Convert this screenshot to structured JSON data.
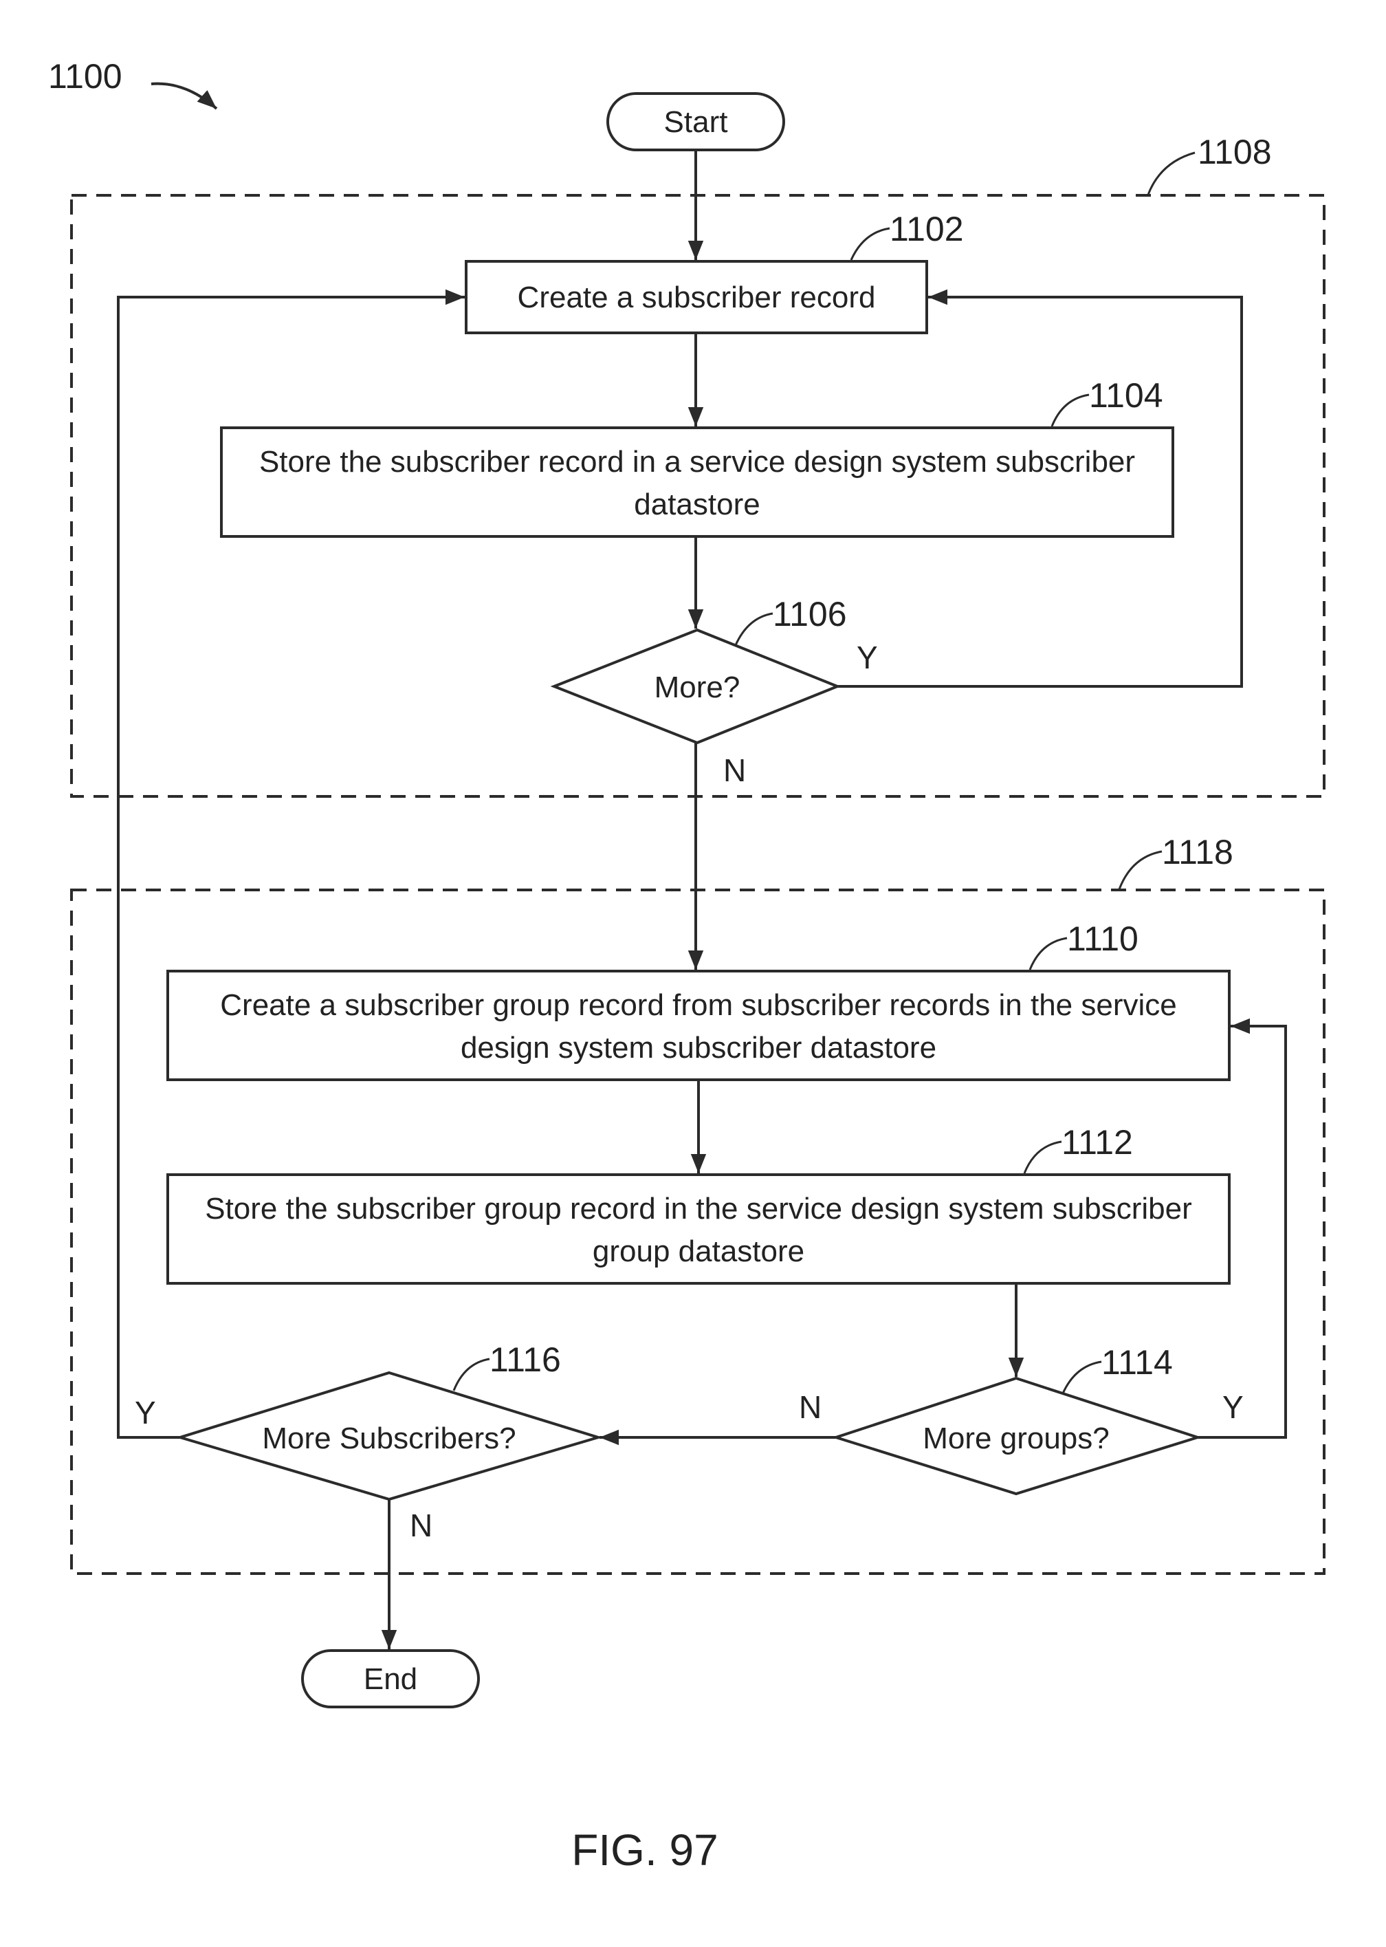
{
  "figure": {
    "ref": "1100",
    "caption": "FIG. 97"
  },
  "terminals": {
    "start": "Start",
    "end": "End"
  },
  "groups": [
    {
      "ref": "1108"
    },
    {
      "ref": "1118"
    }
  ],
  "steps": [
    {
      "ref": "1102",
      "lines": [
        "Create a subscriber record"
      ]
    },
    {
      "ref": "1104",
      "lines": [
        "Store the subscriber record in a service design system subscriber",
        "datastore"
      ]
    },
    {
      "ref": "1110",
      "lines": [
        "Create a subscriber group record from subscriber records in the service",
        "design system subscriber datastore"
      ]
    },
    {
      "ref": "1112",
      "lines": [
        "Store the subscriber group record in the service design system subscriber",
        "group datastore"
      ]
    }
  ],
  "decisions": [
    {
      "ref": "1106",
      "label": "More?",
      "yes": "Y",
      "no": "N"
    },
    {
      "ref": "1114",
      "label": "More groups?",
      "yes": "Y",
      "no": "N"
    },
    {
      "ref": "1116",
      "label": "More Subscribers?",
      "yes": "Y",
      "no": "N"
    }
  ]
}
